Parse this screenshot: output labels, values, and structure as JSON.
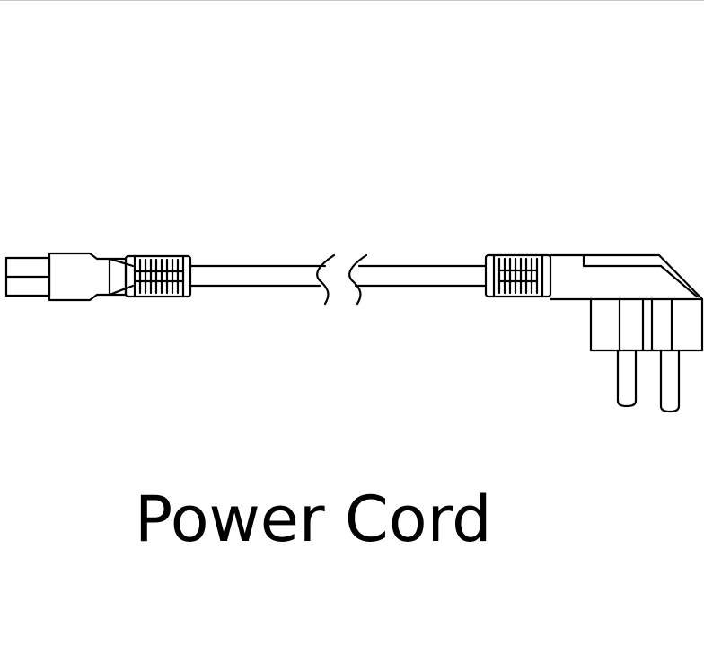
{
  "caption": "Power Cord",
  "colors": {
    "line": "#000000",
    "background": "#ffffff",
    "frame_border": "#c8c8c8"
  },
  "parts": {
    "left_end": "iec-c7-connector",
    "right_end": "angled-two-pin-plug",
    "cable": "cable-with-break-symbol"
  }
}
